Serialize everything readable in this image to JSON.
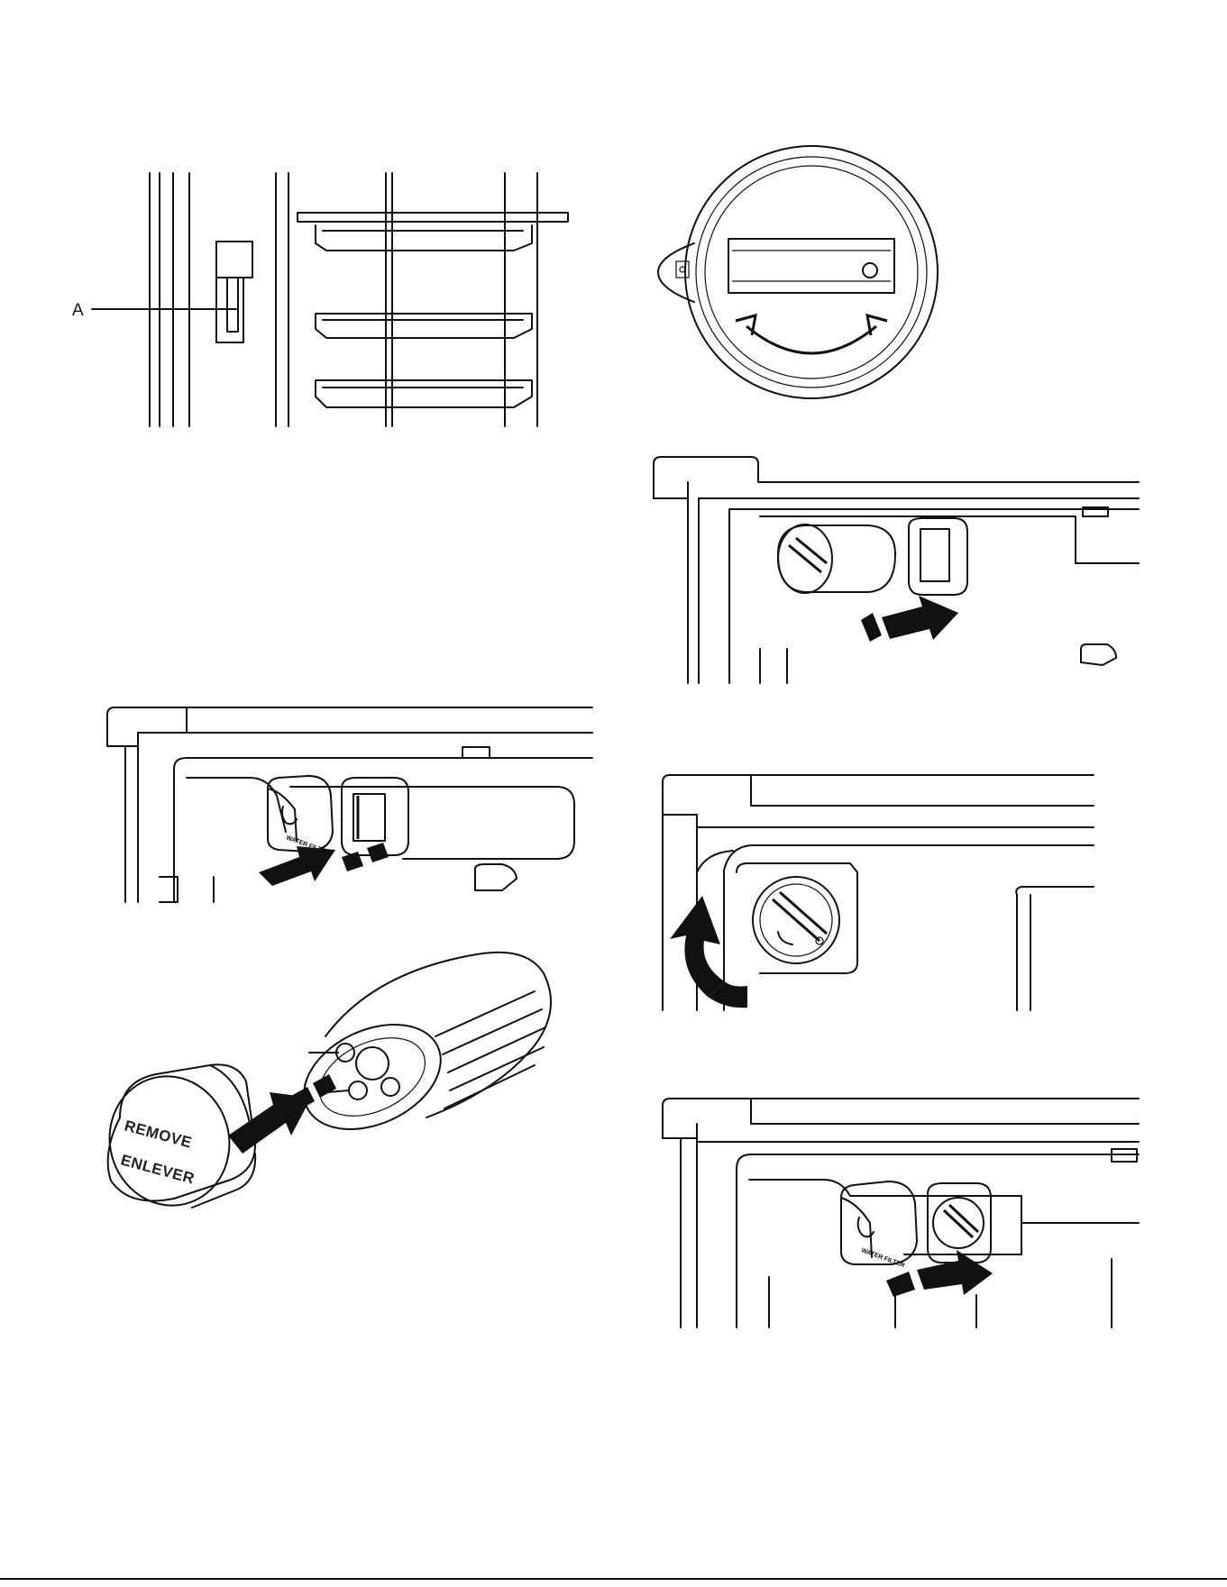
{
  "figures": {
    "fridge_interior": {
      "callout": "A"
    },
    "filter_cap_top": {},
    "filter_insert_right": {},
    "filter_remove_left": {
      "label": "WATER FILTER"
    },
    "filter_cap_off": {
      "cap_line1": "REMOVE",
      "cap_line2": "ENLEVER"
    },
    "dial_rotate": {},
    "filter_installed": {
      "label": "WATER FILTER"
    }
  },
  "colors": {
    "ink": "#111111",
    "paper": "#ffffff"
  }
}
